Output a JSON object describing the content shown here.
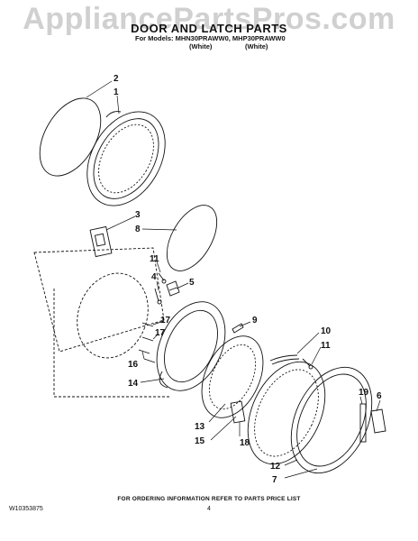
{
  "watermark": "AppliancePartsPros.com",
  "header": {
    "title": "DOOR AND LATCH PARTS",
    "models": "For Models: MHN30PRAWW0, MHP30PRAWW0",
    "variant_1": "(White)",
    "variant_2": "(White)"
  },
  "callouts": [
    "2",
    "1",
    "3",
    "8",
    "11",
    "4",
    "5",
    "17",
    "17",
    "9",
    "16",
    "10",
    "11",
    "14",
    "13",
    "15",
    "18",
    "19",
    "6",
    "12",
    "7"
  ],
  "footer": {
    "ordering_info": "FOR ORDERING INFORMATION REFER TO PARTS PRICE LIST",
    "doc_number": "W10353875",
    "page_number": "4"
  },
  "colors": {
    "ink": "#111111",
    "watermark": "#969696"
  }
}
